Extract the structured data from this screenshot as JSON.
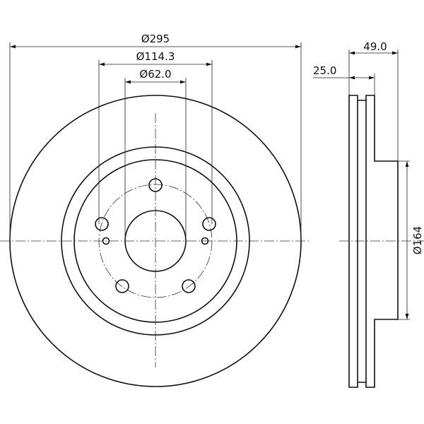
{
  "dimensions": {
    "outer_diameter": "Ø295",
    "bolt_circle": "Ø114.3",
    "center_bore": "Ø62.0",
    "total_height": "49.0",
    "thickness": "25.0",
    "hub_diameter": "Ø164"
  },
  "colors": {
    "line": "#111111",
    "background": "#ffffff"
  }
}
